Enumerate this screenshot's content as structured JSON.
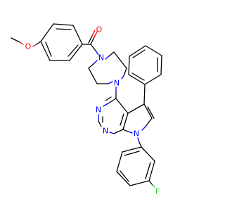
{
  "molecule": {
    "atoms": {
      "carbonyl_oxygen": "O",
      "methoxy_oxygen": "O",
      "piperazine_n_top": "N",
      "piperazine_n_bottom": "N",
      "pyrimidine_n_left": "N",
      "pyrimidine_n_bottom": "N",
      "pyrrole_n": "N",
      "fluorine": "F"
    },
    "colors": {
      "carbon": "#000000",
      "nitrogen": "#0000ff",
      "oxygen": "#ff0000",
      "fluorine": "#33cc33"
    }
  }
}
